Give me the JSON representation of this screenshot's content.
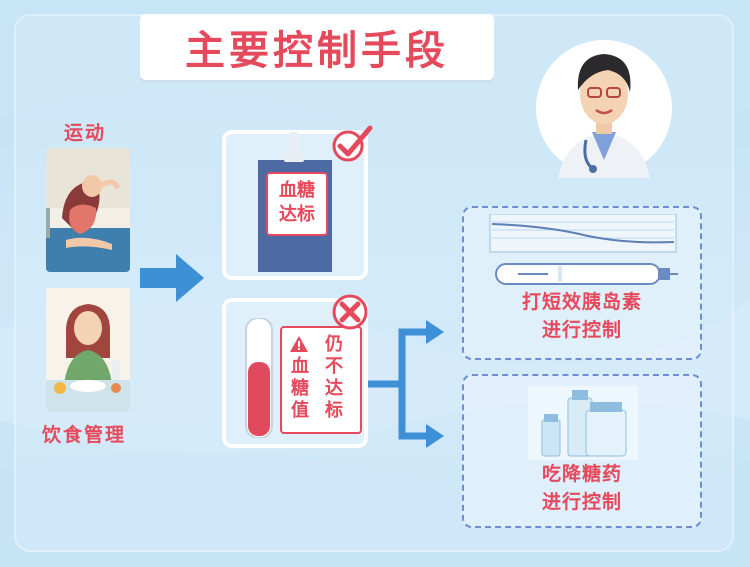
{
  "title": "主要控制手段",
  "left": {
    "exercise_label": "运动",
    "diet_label": "饮食管理"
  },
  "top_card": {
    "line1": "血糖",
    "line2": "达标"
  },
  "bottom_card": {
    "col1": [
      "血",
      "糖",
      "值"
    ],
    "col2": [
      "仍",
      "不",
      "达",
      "标"
    ]
  },
  "insulin": {
    "line1": "打短效胰岛素",
    "line2": "进行控制"
  },
  "medicine": {
    "line1": "吃降糖药",
    "line2": "进行控制"
  },
  "colors": {
    "accent_red": "#e54a5c",
    "arrow_blue": "#3d8fd6",
    "dash_border": "#6f8dd6"
  }
}
